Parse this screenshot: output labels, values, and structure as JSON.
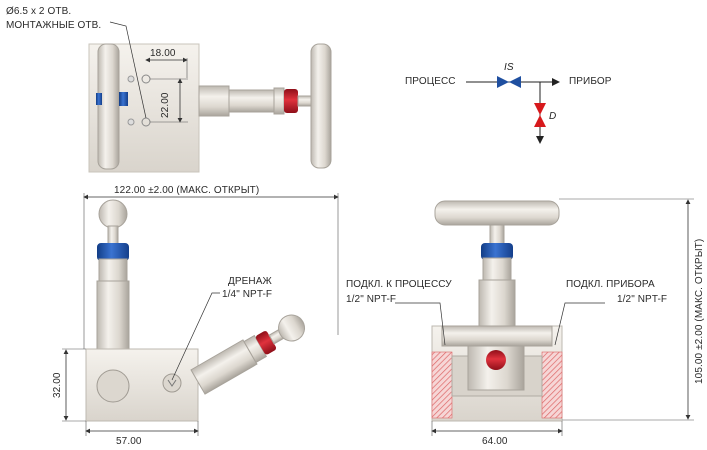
{
  "labels": {
    "holes_spec": "Ø6.5 x 2 ОТВ.",
    "holes_name": "МОНТАЖНЫЕ ОТВ.",
    "dim_18": "18.00",
    "dim_22": "22.00",
    "dim_122": "122.00 ±2.00 (МАКС. ОТКРЫТ)",
    "drain_name": "ДРЕНАЖ",
    "drain_thread": "1/4\" NPT-F",
    "process_conn_name": "ПОДКЛ. К ПРОЦЕССУ",
    "process_conn_thread": "1/2\" NPT-F",
    "instrument_conn_name": "ПОДКЛ. ПРИБОРА",
    "instrument_conn_thread": "1/2\" NPT-F",
    "dim_32": "32.00",
    "dim_57": "57.00",
    "dim_64": "64.00",
    "dim_105": "105.00 ±2.00 (МАКС. ОТКРЫТ)"
  },
  "schematic": {
    "process": "ПРОЦЕСС",
    "instrument": "ПРИБОР",
    "isolate_valve": "IS",
    "drain_valve": "D",
    "isolate_color": "#1f4fa0",
    "drain_color": "#d7191c"
  },
  "colors": {
    "steel": "#e7e3dc",
    "bonnet_blue": "#1e56b0",
    "tip_red": "#c81e2c",
    "thread_hatch": "#e8a0a0"
  }
}
